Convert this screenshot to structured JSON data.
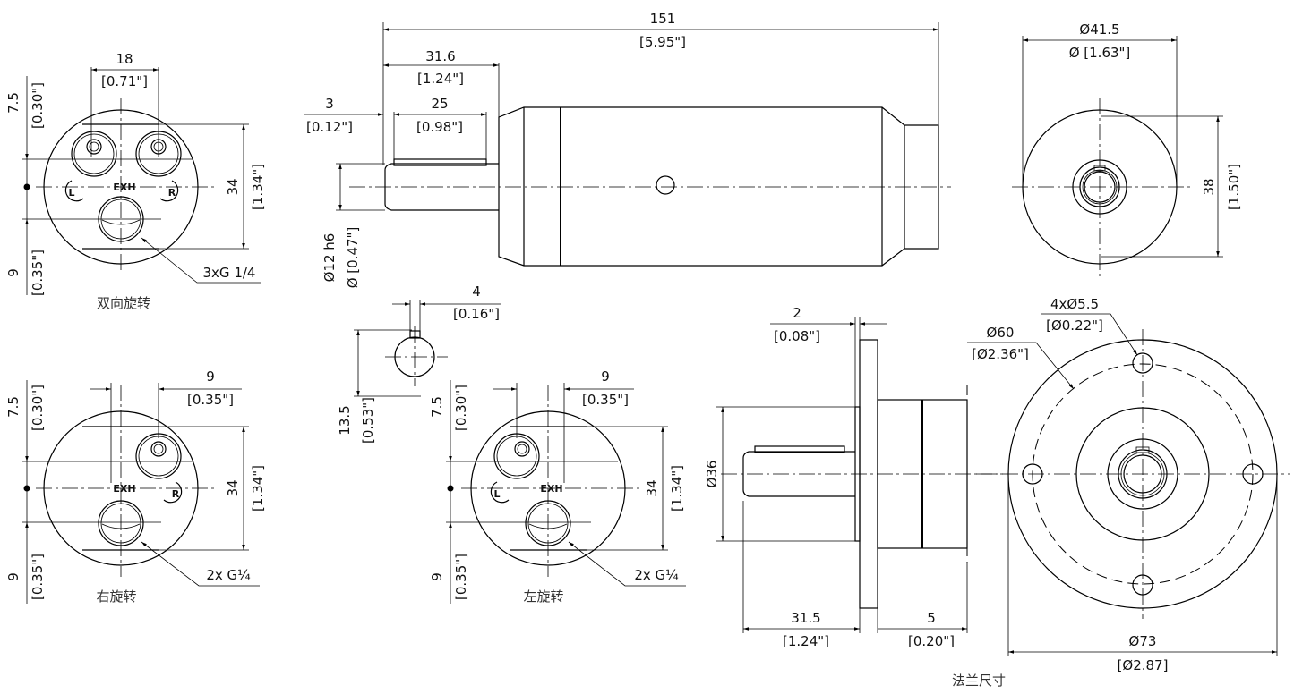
{
  "side_view": {
    "overall_length": "151",
    "overall_length_in": "[5.95\"]",
    "shaft_len": "31.6",
    "shaft_len_in": "[1.24\"]",
    "shoulder": "3",
    "shoulder_in": "[0.12\"]",
    "key_len": "25",
    "key_len_in": "[0.98\"]",
    "shaft_dia": "Ø12 h6",
    "shaft_dia_in": "Ø [0.47\"]"
  },
  "end_view": {
    "diameter": "Ø41.5",
    "diameter_in": "Ø [1.63\"]",
    "height": "38",
    "height_in": "[1.50\"]"
  },
  "key_view": {
    "key_width": "4",
    "key_width_in": "[0.16\"]",
    "key_height": "13.5",
    "key_height_in": "[0.53\"]"
  },
  "bidirectional": {
    "caption": "双向旋转",
    "port_spacing": "18",
    "port_spacing_in": "[0.71\"]",
    "top_offset": "7.5",
    "top_offset_in": "[0.30\"]",
    "bottom_offset": "9",
    "bottom_offset_in": "[0.35\"]",
    "height": "34",
    "height_in": "[1.34\"]",
    "ports": "3xG 1/4",
    "exh": "EXH",
    "left": "L",
    "right": "R"
  },
  "right_rotation": {
    "caption": "右旋转",
    "offset": "9",
    "offset_in": "[0.35\"]",
    "top_offset": "7.5",
    "top_offset_in": "[0.30\"]",
    "bottom_offset": "9",
    "bottom_offset_in": "[0.35\"]",
    "height": "34",
    "height_in": "[1.34\"]",
    "ports": "2x G¼",
    "exh": "EXH",
    "right": "R"
  },
  "left_rotation": {
    "caption": "左旋转",
    "offset": "9",
    "offset_in": "[0.35\"]",
    "top_offset": "7.5",
    "top_offset_in": "[0.30\"]",
    "bottom_offset": "9",
    "bottom_offset_in": "[0.35\"]",
    "height": "34",
    "height_in": "[1.34\"]",
    "ports": "2x G¼",
    "exh": "EXH",
    "left": "L"
  },
  "flange": {
    "caption": "法兰尺寸",
    "thickness": "2",
    "thickness_in": "[0.08\"]",
    "pilot_dia": "Ø36",
    "shaft_len": "31.5",
    "shaft_len_in": "[1.24\"]",
    "spigot": "5",
    "spigot_in": "[0.20\"]",
    "holes": "4xØ5.5",
    "holes_in": "[Ø0.22\"]",
    "pcd": "Ø60",
    "pcd_in": "[Ø2.36\"]",
    "outer_dia": "Ø73",
    "outer_dia_in": "[Ø2.87]"
  }
}
